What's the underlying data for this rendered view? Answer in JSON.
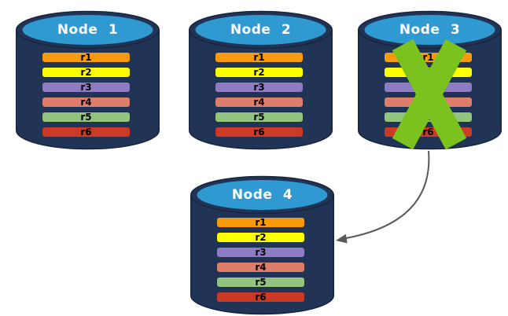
{
  "diagram": {
    "records": [
      "r1",
      "r2",
      "r3",
      "r4",
      "r5",
      "r6"
    ],
    "nodes": [
      {
        "label": "Node 1",
        "failed": false
      },
      {
        "label": "Node 2",
        "failed": false
      },
      {
        "label": "Node 3",
        "failed": true
      },
      {
        "label": "Node 4",
        "failed": false
      }
    ]
  },
  "record_colors": {
    "r1": "#F79A0B",
    "r2": "#FDFF00",
    "r3": "#8E7CC3",
    "r4": "#DD7E6B",
    "r5": "#93C47D",
    "r6": "#CB3A26"
  },
  "colors": {
    "cylinder_body": "#213456",
    "cylinder_top": "#2F9AD2",
    "cylinder_outline": "#17253F",
    "bar_border": "#203354",
    "title_text": "#FFFFFF",
    "record_text": "#000000",
    "cross": "#7CC21E",
    "arrow": "#595959"
  },
  "icons": {
    "failure_cross": "green-x-mark",
    "replication_arrow": "curved-gray-arrow-left"
  }
}
